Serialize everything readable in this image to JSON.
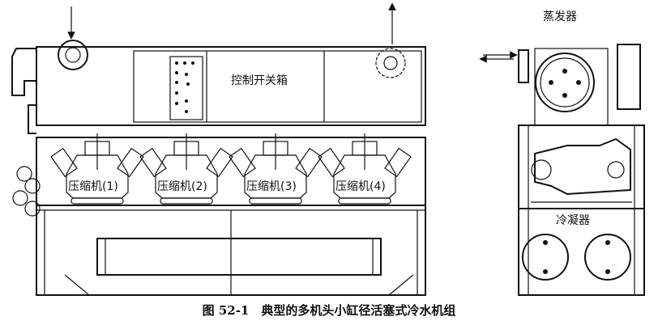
{
  "labels": {
    "control_box": "控制开关箱",
    "evaporator": "蒸发器",
    "condenser": "冷凝器"
  },
  "compressors": [
    "压缩机(1)",
    "压缩机(2)",
    "压缩机(3)",
    "压缩机(4)"
  ],
  "caption": "图 52-1　典型的多机头小缸径活塞式冷水机组"
}
